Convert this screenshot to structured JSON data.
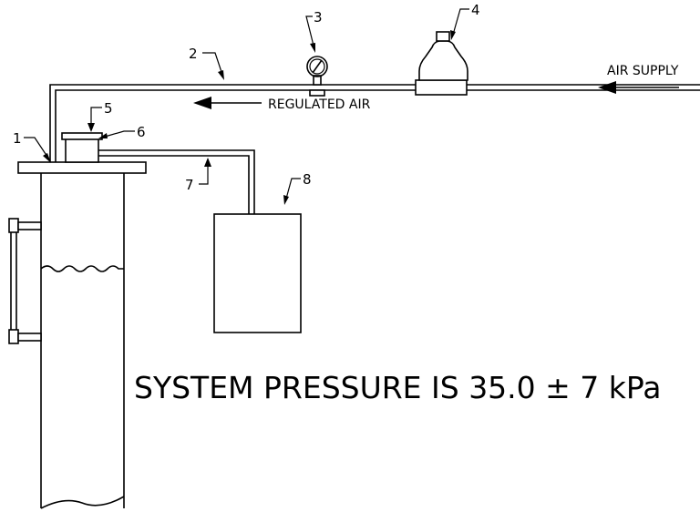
{
  "labels": {
    "n1": "1",
    "n2": "2",
    "n3": "3",
    "n4": "4",
    "n5": "5",
    "n6": "6",
    "n7": "7",
    "n8": "8",
    "air_supply": "AIR SUPPLY",
    "regulated_air": "REGULATED AIR",
    "system_pressure": "SYSTEM PRESSURE IS 35.0 ± 7 kPa"
  }
}
